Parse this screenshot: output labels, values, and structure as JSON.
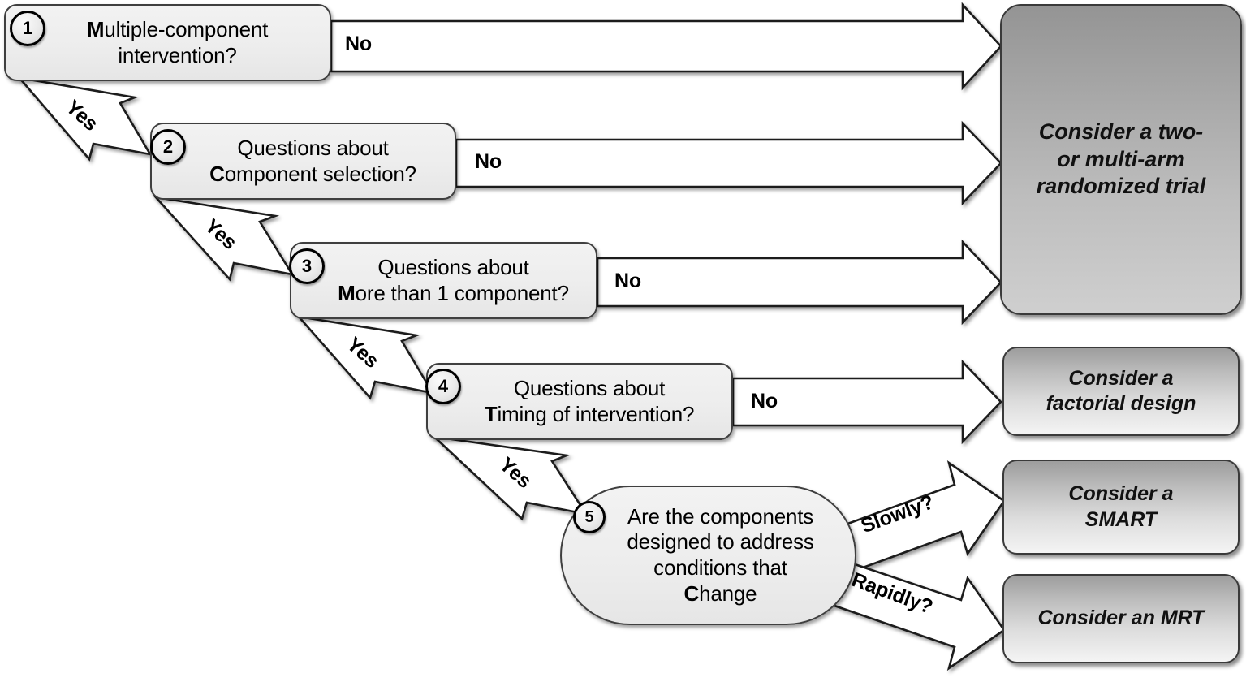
{
  "figure": {
    "kind": "decision-flowchart",
    "background_color": "#ffffff"
  },
  "questions": [
    {
      "number": "1",
      "lead": "M",
      "rest_line1": "ultiple-component",
      "line2": "intervention?",
      "full_text": "Multiple-component intervention?"
    },
    {
      "number": "2",
      "line1": "Questions about",
      "lead": "C",
      "rest_line2": "omponent selection?",
      "full_text": "Questions about Component selection?"
    },
    {
      "number": "3",
      "line1": "Questions about",
      "lead": "M",
      "rest_line2": "ore than 1 component?",
      "full_text": "Questions about More than 1 component?"
    },
    {
      "number": "4",
      "line1": "Questions about",
      "lead": "T",
      "rest_line2": "iming of intervention?",
      "full_text": "Questions about Timing of intervention?"
    },
    {
      "number": "5",
      "line1": "Are the components",
      "line2": "designed to address",
      "line3": "conditions that",
      "lead": "C",
      "rest_line4": "hange",
      "full_text": "Are the components designed to address conditions that Change"
    }
  ],
  "outcomes": [
    {
      "id": "two-or-multi-arm",
      "line1": "Consider a two-",
      "line2": "or multi-arm",
      "line3": "randomized trial",
      "full_text": "Consider a two- or multi-arm randomized trial",
      "fill_top": "#949494",
      "fill_bottom": "#cfcfcf"
    },
    {
      "id": "factorial-design",
      "line1": "Consider a",
      "line2": "factorial design",
      "full_text": "Consider a factorial design",
      "fill_top": "#9d9d9d",
      "fill_bottom": "#f4f4f4"
    },
    {
      "id": "smart",
      "line1": "Consider a",
      "line2": "SMART",
      "full_text": "Consider a SMART",
      "fill_top": "#9d9d9d",
      "fill_bottom": "#f4f4f4"
    },
    {
      "id": "mrt",
      "line1": "Consider an MRT",
      "line2": "",
      "full_text": "Consider an MRT",
      "fill_top": "#9d9d9d",
      "fill_bottom": "#f4f4f4"
    }
  ],
  "edge_labels": {
    "no_1": "No",
    "no_2": "No",
    "no_3": "No",
    "no_4": "No",
    "yes_1": "Yes",
    "yes_2": "Yes",
    "yes_3": "Yes",
    "yes_4": "Yes",
    "slowly": "Slowly?",
    "rapidly": "Rapidly?"
  },
  "colors": {
    "question_fill": "#ededed",
    "question_stroke": "#3f3f3f",
    "arrow_fill": "#ffffff",
    "arrow_stroke": "#1a1a1a",
    "text": "#000000"
  }
}
